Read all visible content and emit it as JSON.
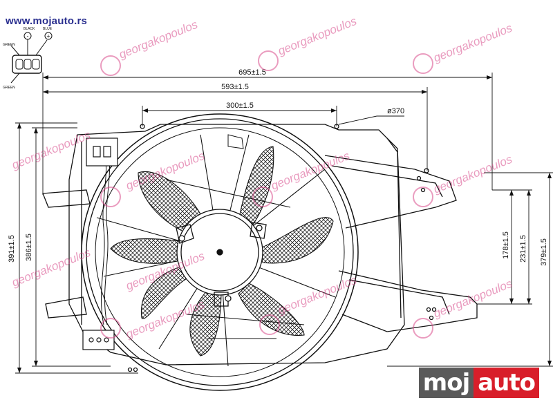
{
  "header": {
    "site_url": "www.mojauto.rs"
  },
  "connector": {
    "wire_labels": [
      "BLACK",
      "BLUE",
      "GREEN",
      "GREEN"
    ],
    "symbols": [
      "-",
      "+"
    ]
  },
  "dimensions": {
    "width_outer": "695±1.5",
    "width_mid": "593±1.5",
    "width_inner": "300±1.5",
    "fan_diameter": "ø370",
    "height_left_outer": "391±1.5",
    "height_left_inner": "386±1.5",
    "height_right_outer": "379±1.5",
    "height_right_mid": "231±1.5",
    "height_right_inner": "178±1.5"
  },
  "watermark": {
    "text": "georgakopoulos"
  },
  "logo": {
    "part1": "moj",
    "part2": "auto"
  }
}
